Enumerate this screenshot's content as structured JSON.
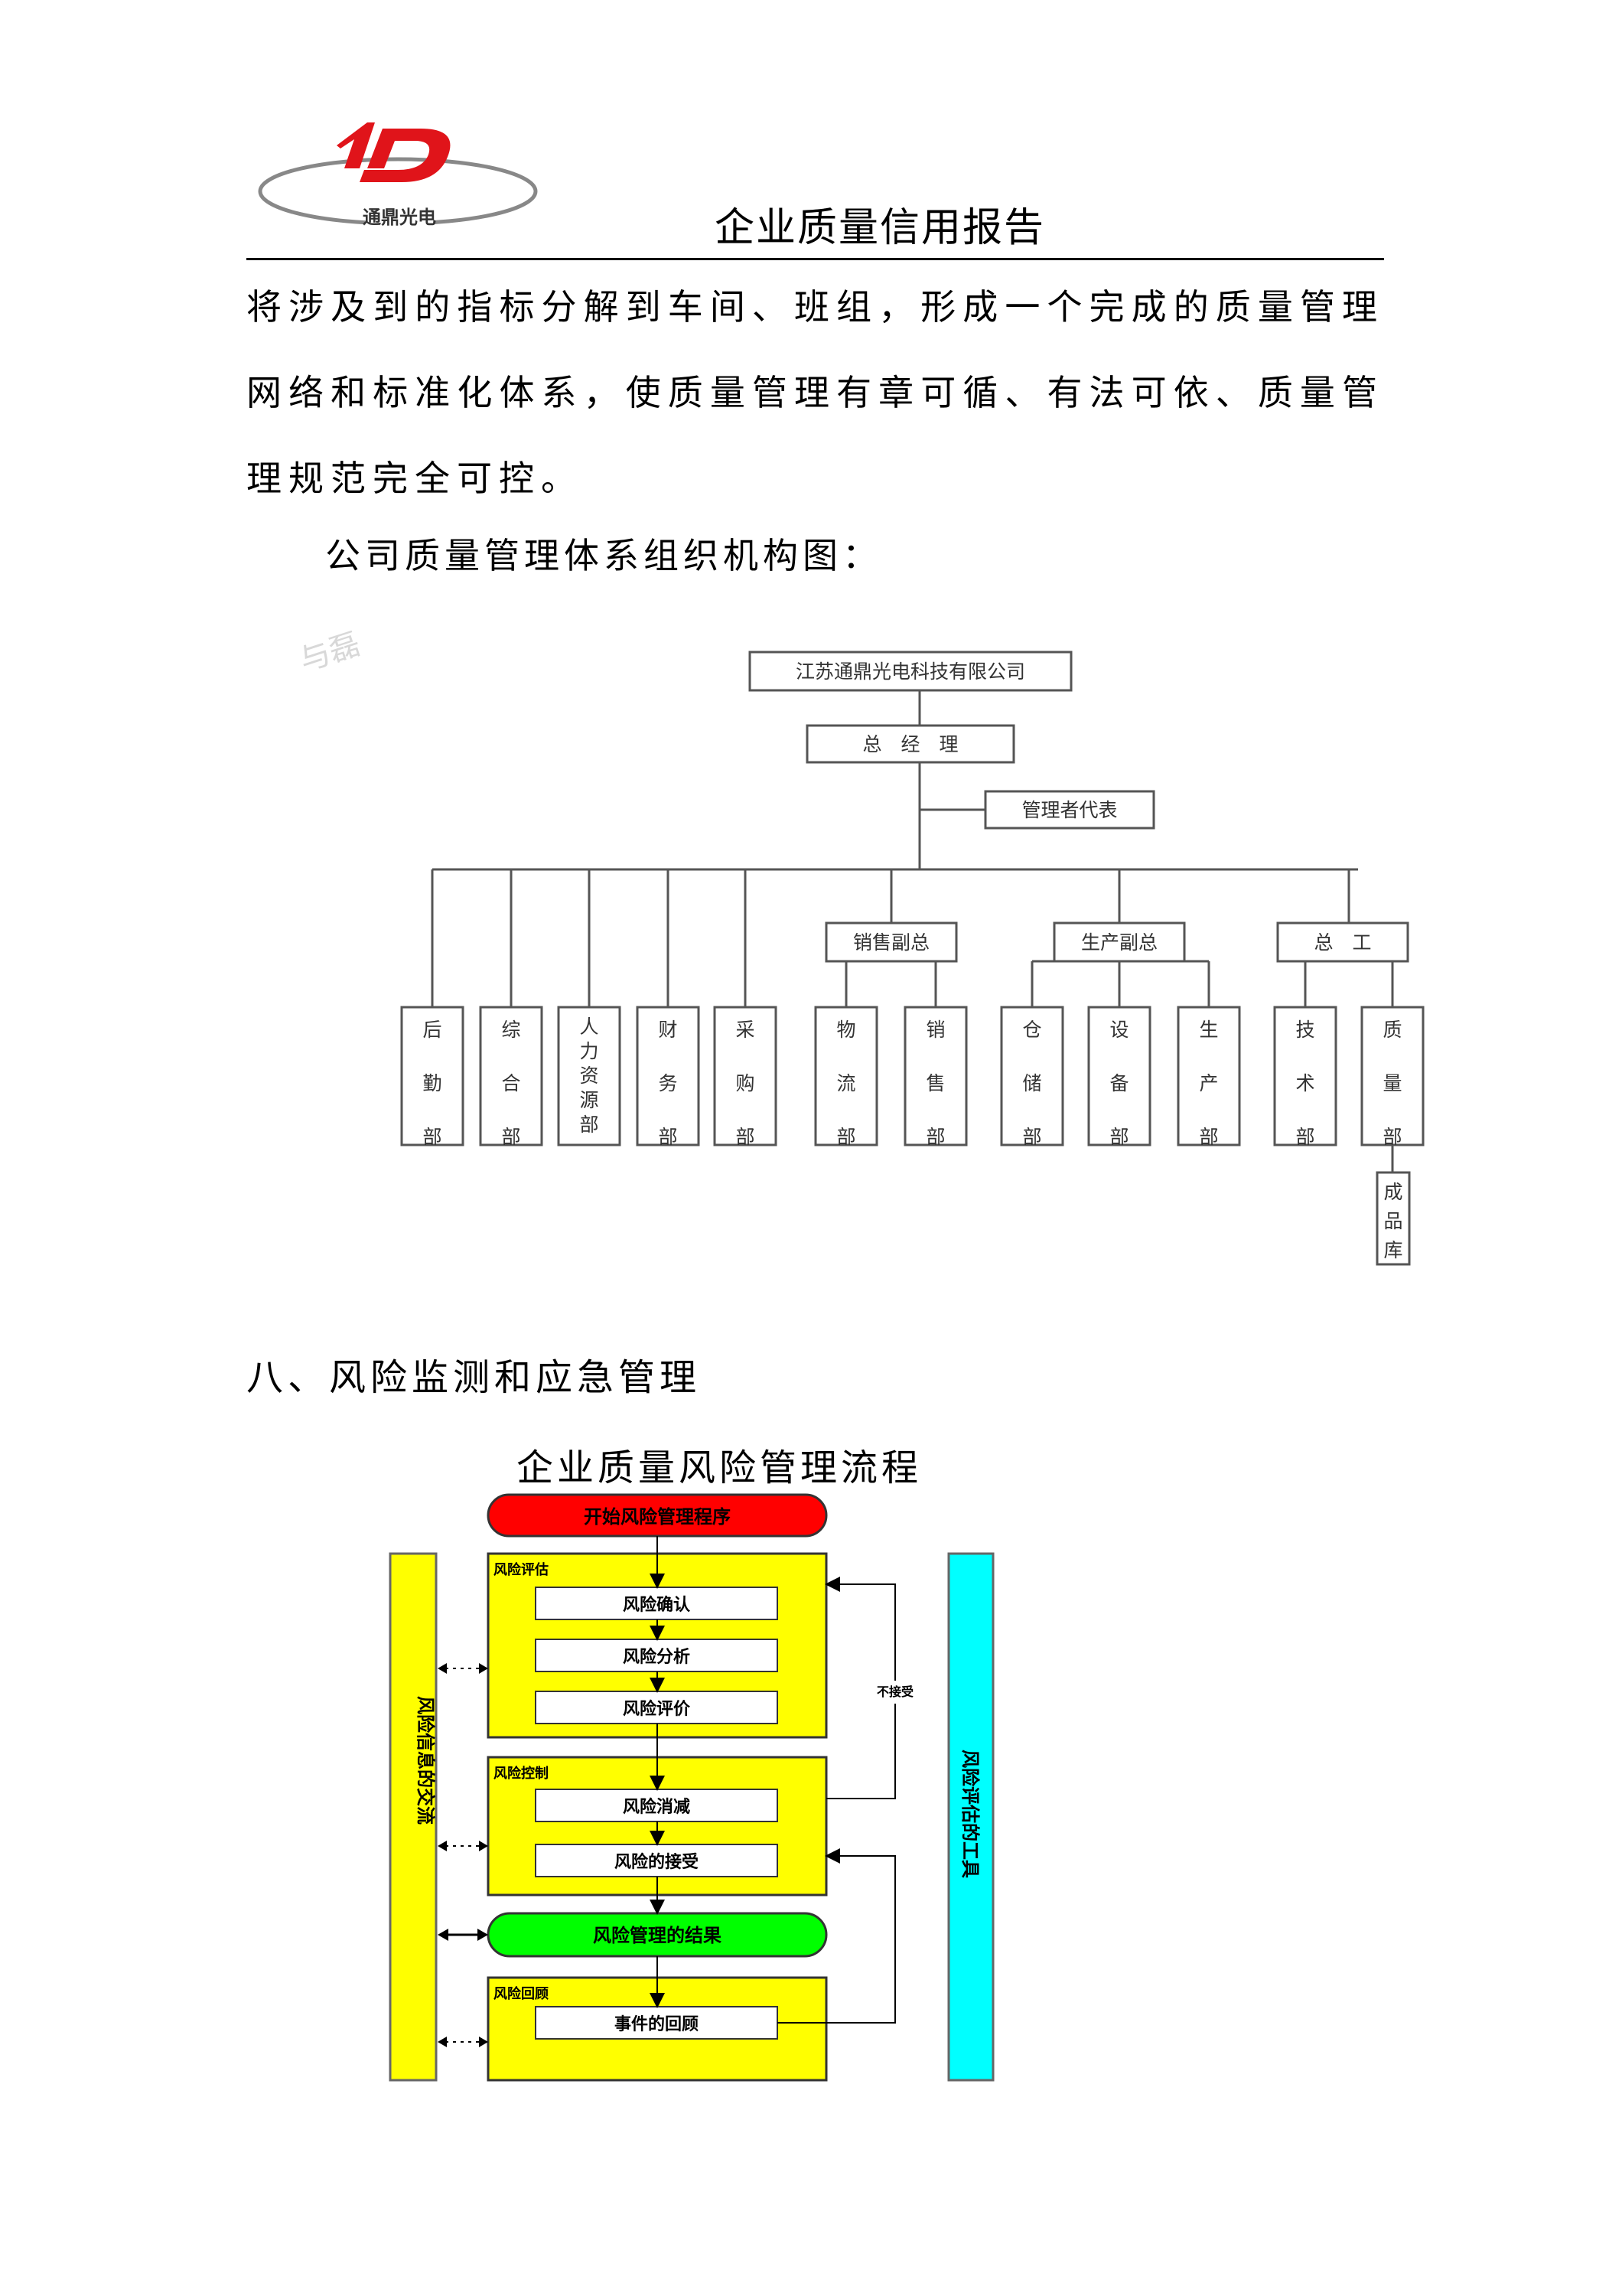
{
  "header": {
    "logo_text": "通鼎光电",
    "title": "企业质量信用报告"
  },
  "body_text": "将涉及到的指标分解到车间、班组，形成一个完成的质量管理网络和标准化体系，使质量管理有章可循、有法可依、质量管理规范完全可控。",
  "org_caption": "公司质量管理体系组织机构图：",
  "watermark_text": "与磊",
  "org_chart": {
    "company": "江苏通鼎光电科技有限公司",
    "general_manager": "总　经　理",
    "management_rep": "管理者代表",
    "vice_sales": "销售副总",
    "vice_production": "生产副总",
    "chief_engineer": "总　工",
    "depts": [
      "后勤部",
      "综合部",
      "人力资源部",
      "财务部",
      "采购部",
      "物流部",
      "销售部",
      "仓储部",
      "设备部",
      "生产部",
      "技术部",
      "质量部"
    ],
    "sub_dept": "成品库"
  },
  "section_heading": "八、风险监测和应急管理",
  "flow": {
    "title": "企业质量风险管理流程",
    "start": "开始风险管理程序",
    "group_assess": "风险评估",
    "assess_steps": [
      "风险确认",
      "风险分析",
      "风险评价"
    ],
    "group_control": "风险控制",
    "control_steps": [
      "风险消减",
      "风险的接受"
    ],
    "result": "风险管理的结果",
    "group_review": "风险回顾",
    "review_step": "事件的回顾",
    "left_bar": "风险信息的交流",
    "right_bar": "风险评估的工具",
    "reject_label": "不接受",
    "colors": {
      "start": "#ff0000",
      "group": "#ffff00",
      "result": "#00ff00",
      "tool_bar": "#00ffff"
    }
  }
}
